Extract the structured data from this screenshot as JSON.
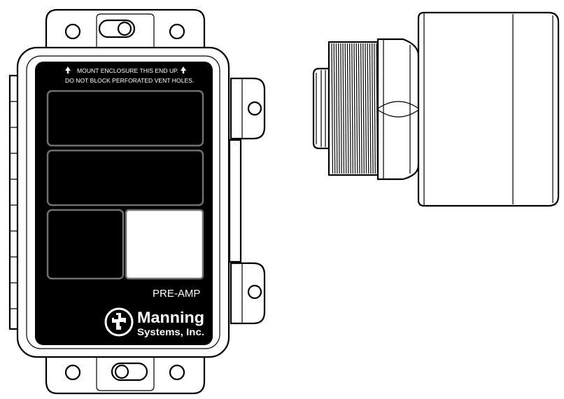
{
  "label_panel": {
    "mount_notice": "MOUNT ENCLOSURE THIS END UP.",
    "vent_notice": "DO NOT BLOCK PERFORATED VENT HOLES.",
    "model_label": "PRE-AMP"
  },
  "logo": {
    "name": "Manning",
    "name_line2": "Systems, Inc.",
    "icon": "plus-cross-logo-icon"
  },
  "colors": {
    "line": "#000000",
    "face": "#000000",
    "window_border": "#707070",
    "paper": "#ffffff"
  }
}
